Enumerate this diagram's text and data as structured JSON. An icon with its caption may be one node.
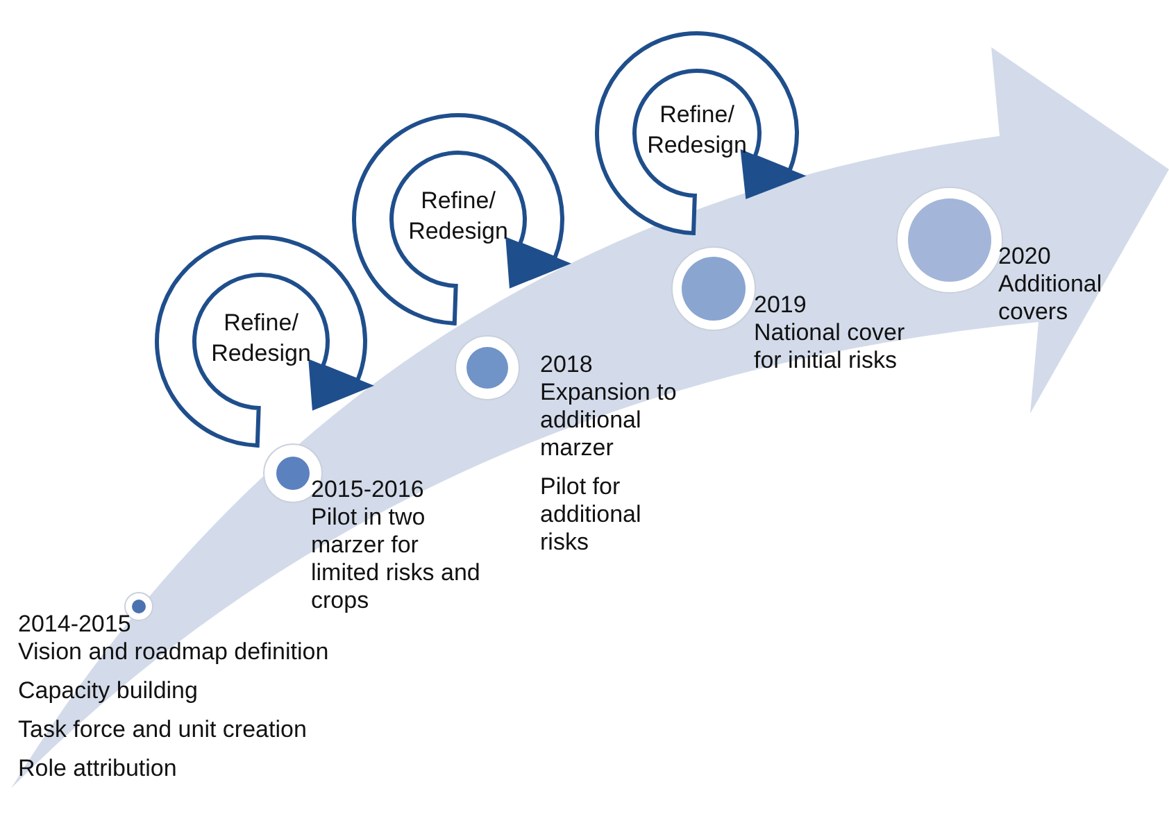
{
  "diagram": {
    "nodes": [
      {
        "text": [],
        "shape": "circle",
        "beside": [
          "2014-2015",
          "Vision and roadmap definition",
          "Capacity building",
          "Task force and unit creation",
          "Role attribution"
        ]
      },
      {
        "text": [],
        "shape": "circle",
        "beside": [
          "2015-2016",
          "Pilot in two marzer for limited risks and crops"
        ]
      },
      {
        "text": [],
        "shape": "circle",
        "beside": [
          "2018",
          "Expansion to additional marzer",
          "Pilot for additional risks"
        ]
      },
      {
        "text": [],
        "shape": "circle",
        "beside": [
          "2019",
          "National cover for initial risks"
        ]
      },
      {
        "text": [],
        "shape": "circle",
        "beside": [
          "2020",
          "Additional covers"
        ]
      },
      {
        "text": [
          "Refine/ Redesign"
        ]
      },
      {
        "text": [
          "Refine/ Redesign"
        ]
      },
      {
        "text": [
          "Refine/ Redesign"
        ]
      }
    ]
  }
}
